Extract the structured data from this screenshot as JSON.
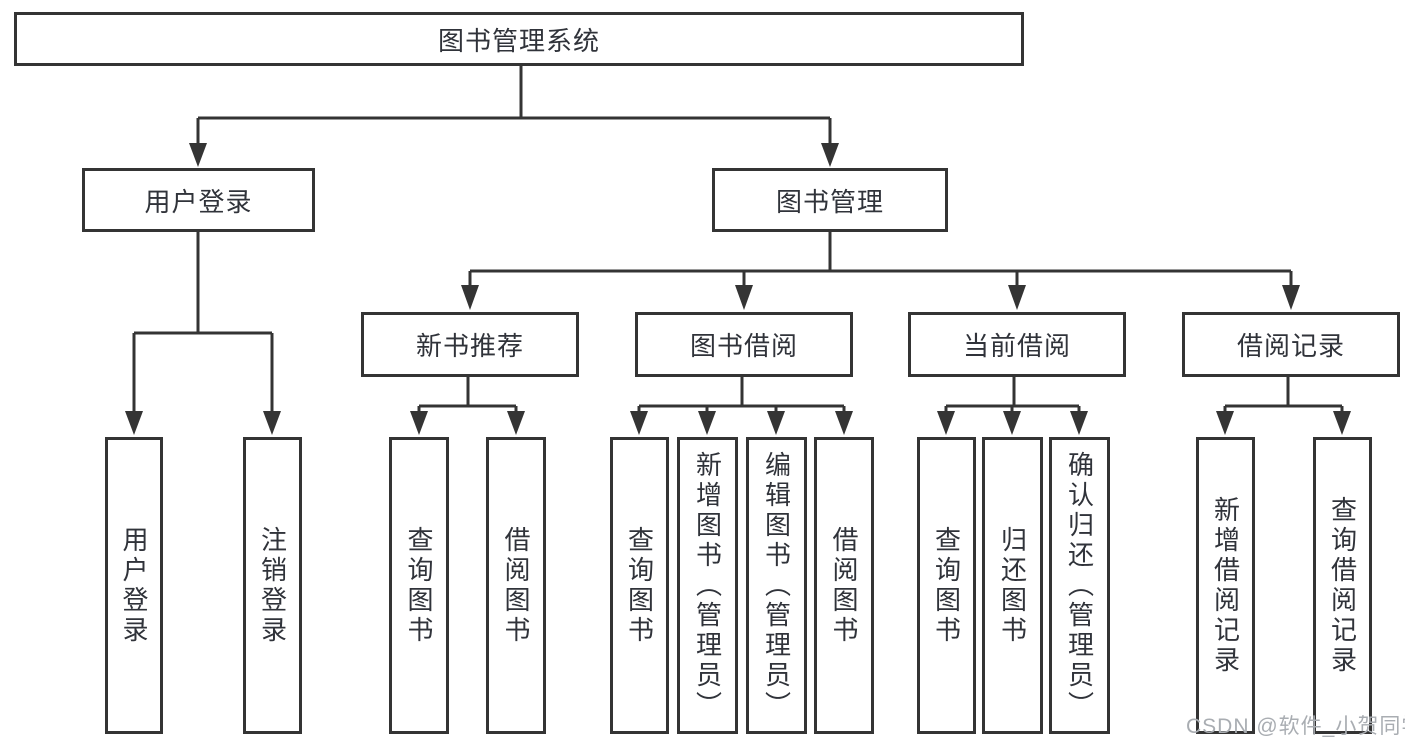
{
  "diagram_type": "hierarchy-tree",
  "colors": {
    "background": "#ffffff",
    "line": "#343434",
    "box_border": "#343434",
    "box_fill": "#ffffff",
    "text": "#30333a",
    "watermark": "#a9adb2"
  },
  "tree": {
    "root": {
      "label": "图书管理系统",
      "children": [
        {
          "label": "用户登录",
          "children": [
            {
              "label": "用户登录"
            },
            {
              "label": "注销登录"
            }
          ]
        },
        {
          "label": "图书管理",
          "children": [
            {
              "label": "新书推荐",
              "children": [
                {
                  "label": "查询图书"
                },
                {
                  "label": "借阅图书"
                }
              ]
            },
            {
              "label": "图书借阅",
              "children": [
                {
                  "label": "查询图书"
                },
                {
                  "label": "新增图书（管理员）"
                },
                {
                  "label": "编辑图书（管理员）"
                },
                {
                  "label": "借阅图书"
                }
              ]
            },
            {
              "label": "当前借阅",
              "children": [
                {
                  "label": "查询图书"
                },
                {
                  "label": "归还图书"
                },
                {
                  "label": "确认归还（管理员）"
                }
              ]
            },
            {
              "label": "借阅记录",
              "children": [
                {
                  "label": "新增借阅记录"
                },
                {
                  "label": "查询借阅记录"
                }
              ]
            }
          ]
        }
      ]
    }
  },
  "watermark": "CSDN @软件_小贺同学"
}
